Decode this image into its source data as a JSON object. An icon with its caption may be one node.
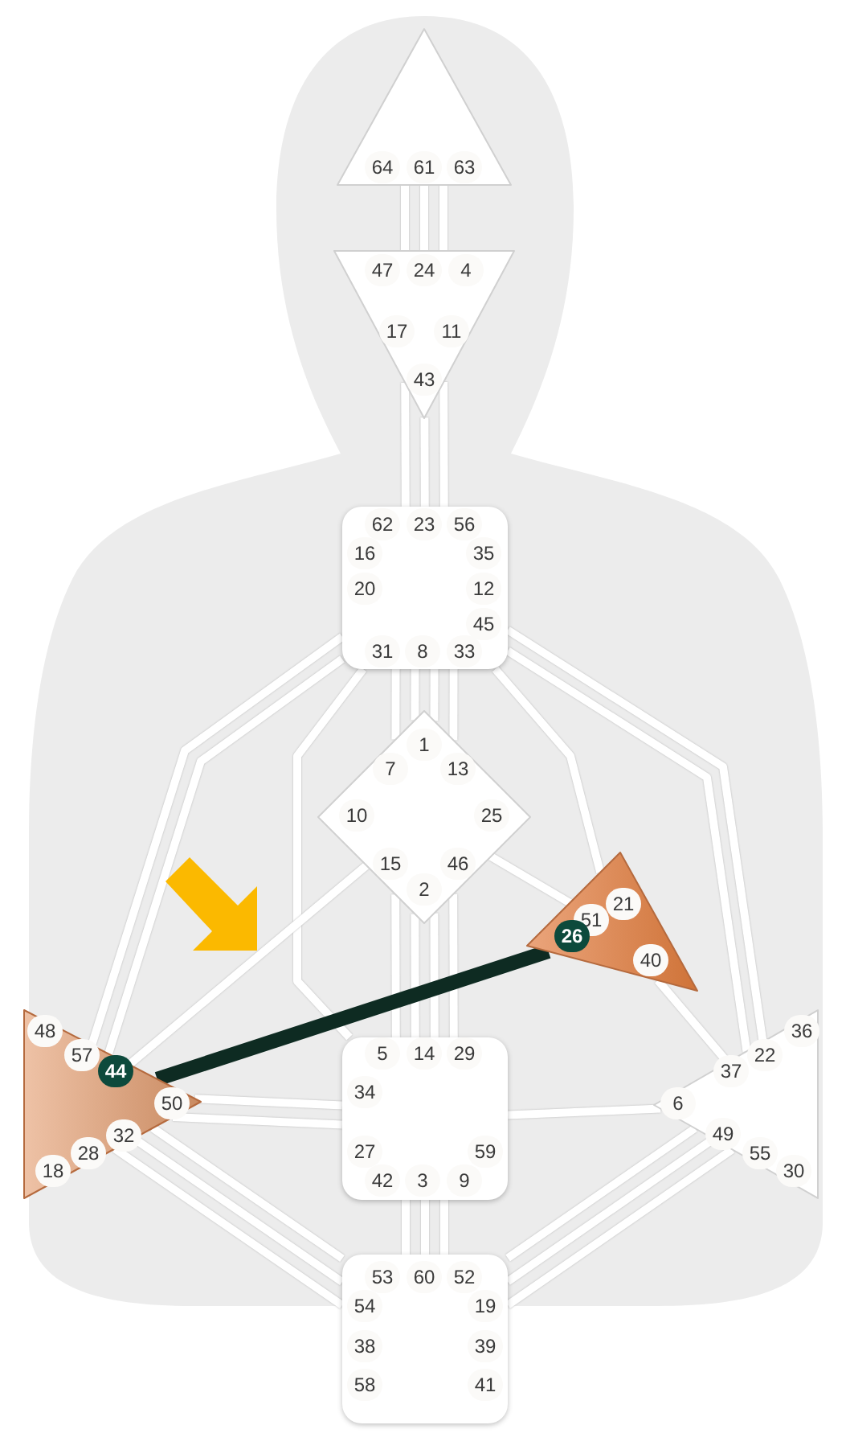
{
  "diagram": {
    "nodes": [
      {
        "text": [
          "64",
          "61",
          "63"
        ]
      },
      {
        "text": [
          "47",
          "24",
          "4",
          "17",
          "11",
          "43"
        ]
      },
      {
        "text": [
          "62",
          "23",
          "56",
          "16",
          "35",
          "20",
          "12",
          "45",
          "31",
          "8",
          "33"
        ]
      },
      {
        "text": [
          "1",
          "7",
          "13",
          "10",
          "25",
          "15",
          "46",
          "2"
        ]
      },
      {
        "text": [
          "21",
          "51",
          "26",
          "40"
        ]
      },
      {
        "text": [
          "48",
          "57",
          "44",
          "50",
          "32",
          "28",
          "18"
        ]
      },
      {
        "text": [
          "5",
          "14",
          "29",
          "34",
          "27",
          "59",
          "42",
          "3",
          "9"
        ]
      },
      {
        "text": [
          "36",
          "22",
          "37",
          "6",
          "49",
          "55",
          "30"
        ]
      },
      {
        "text": [
          "53",
          "60",
          "52",
          "54",
          "19",
          "38",
          "39",
          "58",
          "41"
        ]
      }
    ],
    "edges": [
      {
        "from": 0,
        "to": 1,
        "arrow": "none"
      },
      {
        "from": 0,
        "to": 1,
        "arrow": "none"
      },
      {
        "from": 0,
        "to": 1,
        "arrow": "none"
      },
      {
        "from": 1,
        "to": 2,
        "arrow": "none"
      },
      {
        "from": 1,
        "to": 2,
        "arrow": "none"
      },
      {
        "from": 1,
        "to": 2,
        "arrow": "none"
      },
      {
        "from": 2,
        "to": 3,
        "arrow": "none"
      },
      {
        "from": 2,
        "to": 3,
        "arrow": "none"
      },
      {
        "from": 2,
        "to": 3,
        "arrow": "none"
      },
      {
        "from": 2,
        "to": 3,
        "arrow": "none"
      },
      {
        "from": 2,
        "to": 5,
        "arrow": "none"
      },
      {
        "from": 2,
        "to": 5,
        "arrow": "none"
      },
      {
        "from": 2,
        "to": 4,
        "arrow": "none"
      },
      {
        "from": 2,
        "to": 7,
        "arrow": "none"
      },
      {
        "from": 2,
        "to": 7,
        "arrow": "none"
      },
      {
        "from": 2,
        "to": 6,
        "arrow": "none"
      },
      {
        "from": 3,
        "to": 6,
        "arrow": "none"
      },
      {
        "from": 3,
        "to": 6,
        "arrow": "none"
      },
      {
        "from": 3,
        "to": 6,
        "arrow": "none"
      },
      {
        "from": 3,
        "to": 6,
        "arrow": "none"
      },
      {
        "from": 3,
        "to": 4,
        "arrow": "none"
      },
      {
        "from": 3,
        "to": 5,
        "arrow": "none"
      },
      {
        "from": 4,
        "to": 5,
        "arrow": "none",
        "style": "thick",
        "color": "#0e2b22"
      },
      {
        "from": 4,
        "to": 7,
        "arrow": "none"
      },
      {
        "from": 6,
        "to": 5,
        "arrow": "none"
      },
      {
        "from": 6,
        "to": 5,
        "arrow": "none"
      },
      {
        "from": 6,
        "to": 7,
        "arrow": "none"
      },
      {
        "from": 6,
        "to": 8,
        "arrow": "none"
      },
      {
        "from": 6,
        "to": 8,
        "arrow": "none"
      },
      {
        "from": 6,
        "to": 8,
        "arrow": "none"
      },
      {
        "from": 5,
        "to": 8,
        "arrow": "none"
      },
      {
        "from": 5,
        "to": 8,
        "arrow": "none"
      },
      {
        "from": 5,
        "to": 8,
        "arrow": "none"
      },
      {
        "from": 7,
        "to": 8,
        "arrow": "none"
      },
      {
        "from": 7,
        "to": 8,
        "arrow": "none"
      },
      {
        "from": 7,
        "to": 8,
        "arrow": "none"
      }
    ]
  }
}
